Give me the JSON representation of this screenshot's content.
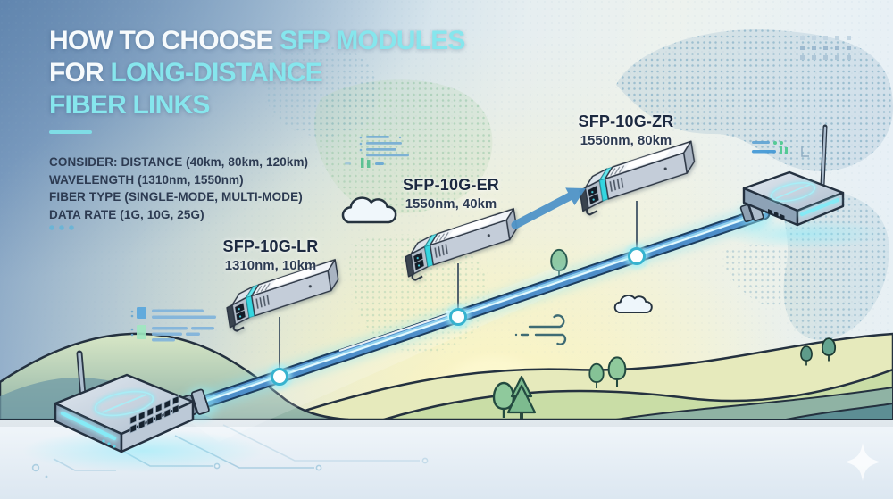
{
  "title": {
    "l1a": "HOW TO CHOOSE",
    "l1b": "SFP MODULES",
    "l2a": "FOR",
    "l2b": "LONG-DISTANCE",
    "l3b": "FIBER LINKS"
  },
  "considerations": {
    "line1": "CONSIDER: DISTANCE (40km, 80km, 120km)",
    "line2": "WAVELENGTH (1310nm, 1550nm)",
    "line3": "FIBER TYPE (SINGLE-MODE, MULTI-MODE)",
    "line4": "DATA RATE (1G, 10G, 25G)"
  },
  "modules": [
    {
      "name": "SFP-10G-LR",
      "specs": "1310nm, 10km"
    },
    {
      "name": "SFP-10G-ER",
      "specs": "1550nm, 40km"
    },
    {
      "name": "SFP-10G-ZR",
      "specs": "1550nm, 80km"
    }
  ],
  "colors": {
    "accent_cyan": "#86e6ed",
    "text_dark": "#2d3b52",
    "cable_blue": "#4e8ec9",
    "node_glow": "#9feef8",
    "arrow_blue": "#4f94c8",
    "hill_green": "#c9dda6"
  },
  "decor": {
    "icon_names": [
      "wind-icon",
      "cloud-icon",
      "tree-icon",
      "sparkle-icon",
      "dot-grid",
      "list-wireframe",
      "world-map-dots",
      "antenna",
      "led-strip",
      "fiber-cable",
      "link-node"
    ]
  }
}
